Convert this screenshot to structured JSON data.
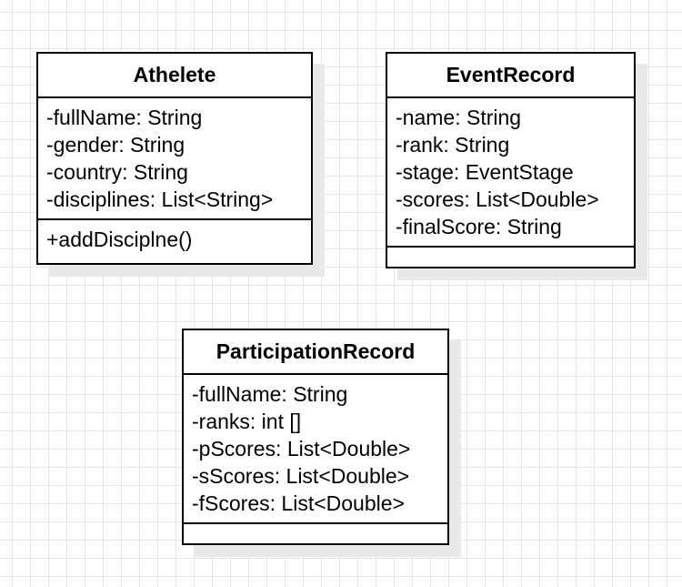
{
  "classes": [
    {
      "name": "Athelete",
      "attributes": [
        "-fullName: String",
        "-gender: String",
        "-country: String",
        "-disciplines: List<String>"
      ],
      "operations": [
        "+addDisciplne()"
      ]
    },
    {
      "name": "EventRecord",
      "attributes": [
        "-name: String",
        "-rank: String",
        "-stage: EventStage",
        "-scores: List<Double>",
        "-finalScore: String"
      ],
      "operations": []
    },
    {
      "name": "ParticipationRecord",
      "attributes": [
        "-fullName: String",
        "-ranks: int []",
        "-pScores: List<Double>",
        "-sScores: List<Double>",
        "-fScores: List<Double>"
      ],
      "operations": []
    }
  ],
  "colors": {
    "border": "#000000",
    "shadow": "#e9e9e9",
    "grid": "#e6e6e6",
    "background": "#ffffff"
  }
}
